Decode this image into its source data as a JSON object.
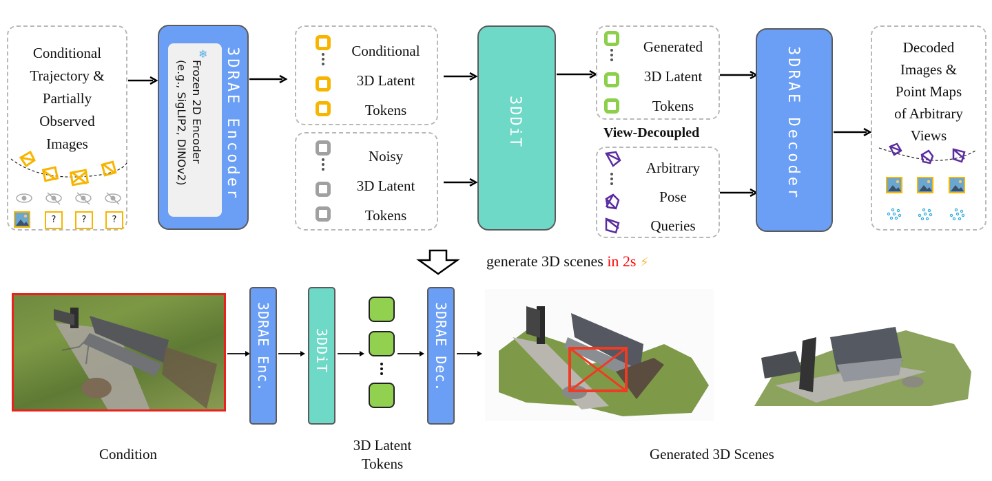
{
  "top_pipeline": {
    "input_box": {
      "lines": [
        "Conditional",
        "Trajectory &",
        "Partially",
        "Observed",
        "Images"
      ],
      "visibility_icons": [
        "eye-icon",
        "eye-off-icon",
        "eye-off-icon",
        "eye-off-icon"
      ],
      "image_slots": [
        "image",
        "?",
        "?",
        "?"
      ]
    },
    "encoder": {
      "title": "3DRAE Encoder",
      "inner_line1": "Frozen 2D Encoder",
      "inner_line2": "(e.g., SigLIP2, DINOv2)",
      "inner_icon": "snowflake-icon"
    },
    "conditional_tokens": {
      "lines": [
        "Conditional",
        "3D Latent",
        "Tokens"
      ],
      "color": "#f7b500"
    },
    "noisy_tokens": {
      "lines": [
        "Noisy",
        "3D Latent",
        "Tokens"
      ],
      "color": "#a0a0a0"
    },
    "dit": {
      "title": "3DDiT"
    },
    "generated_tokens": {
      "lines": [
        "Generated",
        "3D Latent",
        "Tokens"
      ],
      "color": "#8bcf4a"
    },
    "view_decoupled_label": "View-Decoupled",
    "pose_queries": {
      "lines": [
        "Arbitrary",
        "Pose",
        "Queries"
      ],
      "color": "#5b2ca0"
    },
    "decoder": {
      "title": "3DRAE Decoder"
    },
    "output_box": {
      "lines": [
        "Decoded",
        "Images &",
        "Point Maps",
        "of Arbitrary",
        "Views"
      ]
    }
  },
  "transition": {
    "text_before": "generate 3D scenes ",
    "text_highlight": "in 2s",
    "highlight_color": "#ff0000",
    "icon": "lightning-icon"
  },
  "bottom_pipeline": {
    "condition_label": "Condition",
    "encoder_short": "3DRAE Enc.",
    "dit_short": "3DDiT",
    "tokens_label_line1": "3D Latent",
    "tokens_label_line2": "Tokens",
    "decoder_short": "3DRAE Dec.",
    "generated_label": "Generated 3D Scenes"
  },
  "colors": {
    "encoder_blue": "#6a9ff5",
    "dit_teal": "#6dd9c6",
    "token_green": "#8fd14f",
    "condition_frame": "#e8221c"
  }
}
